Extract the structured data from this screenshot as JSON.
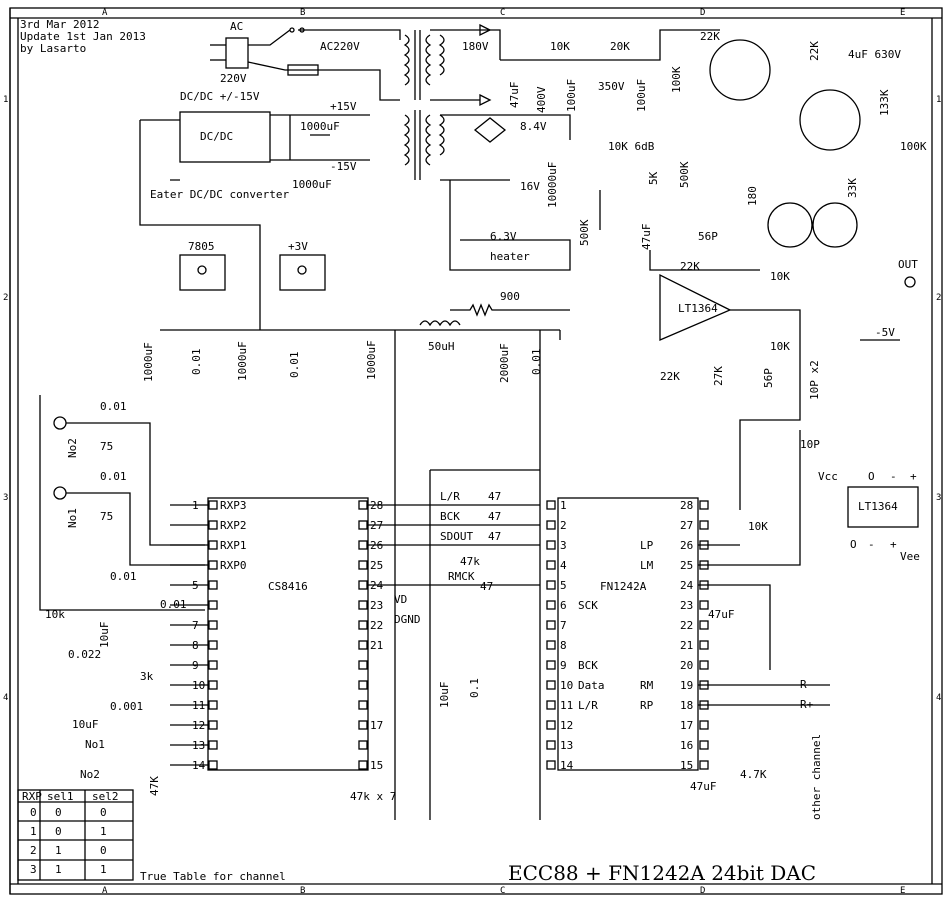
{
  "header": {
    "line1": "3rd Mar 2012",
    "line2": "Update 1st Jan 2013",
    "line3": "by Lasarto"
  },
  "title": "ECC88 + FN1242A 24bit DAC",
  "grid": {
    "cols": [
      "A",
      "B",
      "C",
      "D",
      "E"
    ],
    "rows": [
      "1",
      "2",
      "3",
      "4"
    ]
  },
  "power": {
    "ac": "AC",
    "ac_volts": "220V",
    "ac_in": "AC220V",
    "dcdc_title": "DC/DC +/-15V",
    "dcdc": "DC/DC",
    "dcdc_caption": "Eater DC/DC converter",
    "plus15": "+15V",
    "minus15": "-15V",
    "cap_1000uF_a": "1000uF",
    "cap_1000uF_b": "1000uF",
    "v180": "180V",
    "v8_4": "8.4V",
    "v16": "16V",
    "v6_3": "6.3V",
    "heater": "heater",
    "cap_10000uF": "10000uF",
    "reg7805": "7805",
    "reg3v": "+3V",
    "inductor": "50uH",
    "r900": "900",
    "c_1000uF_1": "1000uF",
    "c_001_1": "0.01",
    "c_1000uF_2": "1000uF",
    "c_001_2": "0.01",
    "c_1000uF_3": "1000uF",
    "c_2000uF": "2000uF",
    "c_001_3": "0.01"
  },
  "hv": {
    "c47uF": "47uF",
    "v400": "400V",
    "r10k": "10K",
    "c100uF_a": "100uF",
    "r20k": "20K",
    "v350": "350V",
    "c100uF_b": "100uF",
    "r22k": "22K",
    "r100k_a": "100K",
    "r10k6db": "10K 6dB",
    "r5k": "5K",
    "r500k_a": "500K",
    "r500k_b": "500K",
    "c47uF_b": "47uF",
    "r22k_b": "22K",
    "c4uF": "4uF 630V",
    "r133k": "133K",
    "r100k_b": "100K",
    "r180": "180",
    "r33k": "33K",
    "out": "OUT",
    "m5v": "-5V"
  },
  "opamp": {
    "name": "LT1364",
    "c56p_a": "56P",
    "r22k_c": "22K",
    "r10k_a": "10K",
    "r10k_b": "10K",
    "r22k_d": "22K",
    "r27k": "27K",
    "c56p_b": "56P",
    "c10p_x2": "10P x2",
    "c10p": "10P",
    "r10k_c": "10K"
  },
  "pinout": {
    "vcc": "Vcc",
    "vee": "Vee",
    "name": "LT1364",
    "top": [
      "O",
      "-",
      "+"
    ],
    "bot": [
      "O",
      "-",
      "+"
    ]
  },
  "inputs": {
    "c001_a": "0.01",
    "no2": "No2",
    "r75_a": "75",
    "c001_b": "0.01",
    "no1": "No1",
    "r75_b": "75",
    "c001_c": "0.01",
    "c001_d": "0.01",
    "r10k": "10k",
    "c10uF_a": "10uF",
    "c0022": "0.022",
    "r3k": "3k",
    "c0001": "0.001",
    "c10uF_b": "10uF",
    "sw_no1": "No1",
    "sw_no2": "No2",
    "r47k": "47K"
  },
  "cs8416": {
    "name": "CS8416",
    "left_pins": [
      "1",
      "",
      "",
      "",
      "5",
      "",
      "7",
      "8",
      "9",
      "10",
      "11",
      "12",
      "13",
      "14"
    ],
    "left_labels": [
      "RXP3",
      "RXP2",
      "RXP1",
      "RXP0",
      "",
      "",
      "",
      "",
      "",
      "",
      "",
      "",
      "",
      ""
    ],
    "right_pins": [
      "28",
      "27",
      "26",
      "25",
      "24",
      "23",
      "22",
      "21",
      "",
      "",
      "",
      "17",
      "",
      "15"
    ],
    "right_labels": [
      "",
      "",
      "",
      "",
      "",
      "VD",
      "DGND",
      "",
      "",
      "",
      "",
      "",
      "",
      ""
    ],
    "r47k_x7": "47k x 7"
  },
  "bus": {
    "lr": "L/R",
    "bck": "BCK",
    "sdout": "SDOUT",
    "rmck": "RMCK",
    "r47": "47",
    "r47k": "47k",
    "c10uF": "10uF",
    "c01": "0.1"
  },
  "fn1242a": {
    "name": "FN1242A",
    "left_pins": [
      "1",
      "2",
      "3",
      "4",
      "5",
      "6",
      "7",
      "8",
      "9",
      "10",
      "11",
      "12",
      "13",
      "14"
    ],
    "left_labels": [
      "",
      "",
      "",
      "",
      "",
      "SCK",
      "",
      "",
      "BCK",
      "Data",
      "L/R",
      "",
      "",
      ""
    ],
    "right_pins": [
      "28",
      "27",
      "26",
      "25",
      "24",
      "23",
      "22",
      "21",
      "20",
      "19",
      "18",
      "17",
      "16",
      "15"
    ],
    "right_labels": [
      "",
      "",
      "LP",
      "LM",
      "",
      "",
      "",
      "",
      "",
      "RM",
      "RP",
      "",
      "",
      ""
    ],
    "c47uF_a": "47uF",
    "r4_7k": "4.7K",
    "c47uF_b": "47uF",
    "r_minus": "R-",
    "r_plus": "R+",
    "other": "other channel"
  },
  "truth": {
    "headers": [
      "RXP",
      "sel1",
      "sel2"
    ],
    "rows": [
      [
        "0",
        "0",
        "0"
      ],
      [
        "1",
        "0",
        "1"
      ],
      [
        "2",
        "1",
        "0"
      ],
      [
        "3",
        "1",
        "1"
      ]
    ],
    "caption": "True Table for channel"
  }
}
